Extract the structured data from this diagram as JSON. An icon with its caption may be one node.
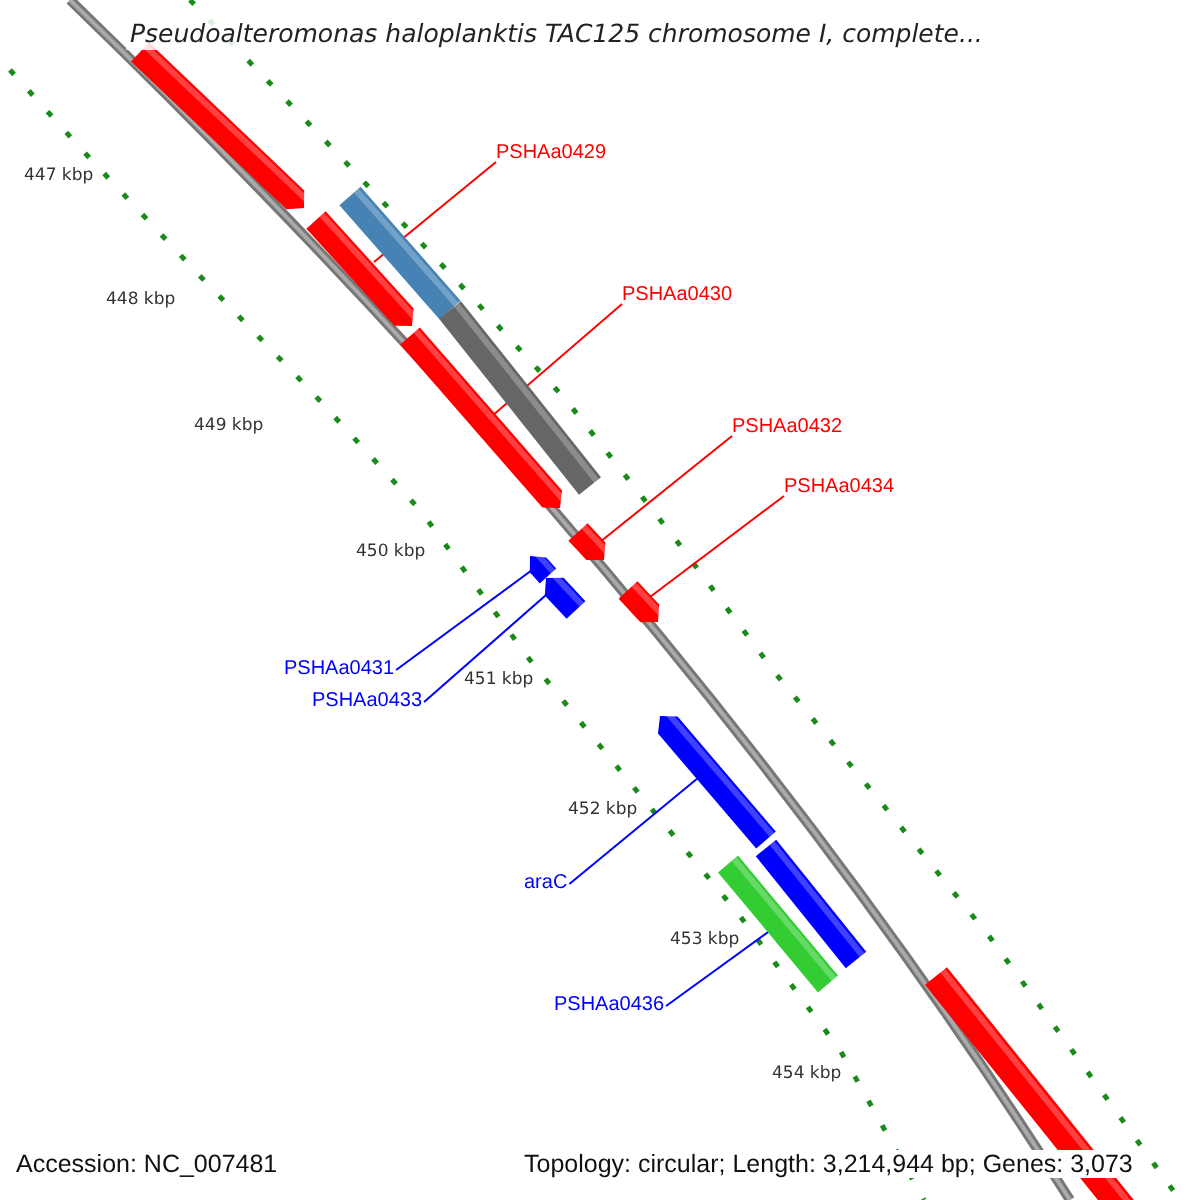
{
  "diagram": {
    "title": "Pseudoalteromonas haloplanktis TAC125 chromosome I, complete...",
    "nodes": [
      {
        "text": [
          "PSHAa0429"
        ]
      },
      {
        "text": [
          "PSHAa0430"
        ]
      },
      {
        "text": [
          "PSHAa0432"
        ]
      },
      {
        "text": [
          "PSHAa0434"
        ]
      },
      {
        "text": [
          "PSHAa0431"
        ]
      },
      {
        "text": [
          "PSHAa0433"
        ]
      },
      {
        "text": [
          "araC"
        ]
      },
      {
        "text": [
          "PSHAa0436"
        ]
      },
      {
        "text": [],
        "shape": "bar"
      },
      {
        "text": [],
        "shape": "bar"
      },
      {
        "text": [],
        "shape": "bar"
      },
      {
        "text": [],
        "shape": "bar"
      },
      {
        "text": [],
        "shape": "bar"
      },
      {
        "text": [],
        "shape": "bar"
      },
      {
        "text": [],
        "shape": "bar"
      },
      {
        "text": [],
        "shape": "bar"
      },
      {
        "text": [],
        "shape": "bar"
      },
      {
        "text": [],
        "shape": "bar"
      },
      {
        "text": [],
        "shape": "bar"
      },
      {
        "text": [],
        "shape": "bar"
      },
      {
        "text": [],
        "shape": "bar"
      }
    ],
    "edges": [
      {
        "from": 0,
        "to": 10,
        "arrow": "none"
      },
      {
        "from": 1,
        "to": 12,
        "arrow": "none"
      },
      {
        "from": 2,
        "to": 13,
        "arrow": "none"
      },
      {
        "from": 3,
        "to": 16,
        "arrow": "none"
      },
      {
        "from": 4,
        "to": 14,
        "arrow": "none",
        "color": "#0000ff"
      },
      {
        "from": 5,
        "to": 15,
        "arrow": "none",
        "color": "#0000ff"
      },
      {
        "from": 6,
        "to": 17,
        "arrow": "none",
        "color": "#0000ff"
      },
      {
        "from": 7,
        "to": 19,
        "arrow": "none",
        "color": "#0000ff"
      }
    ],
    "labels": [
      "447 kbp",
      "448 kbp",
      "449 kbp",
      "450 kbp",
      "451 kbp",
      "452 kbp",
      "453 kbp",
      "454 kbp",
      "Accession: NC_007481",
      "Topology: circular; Length: 3,214,944 bp; Genes: 3,073"
    ]
  }
}
